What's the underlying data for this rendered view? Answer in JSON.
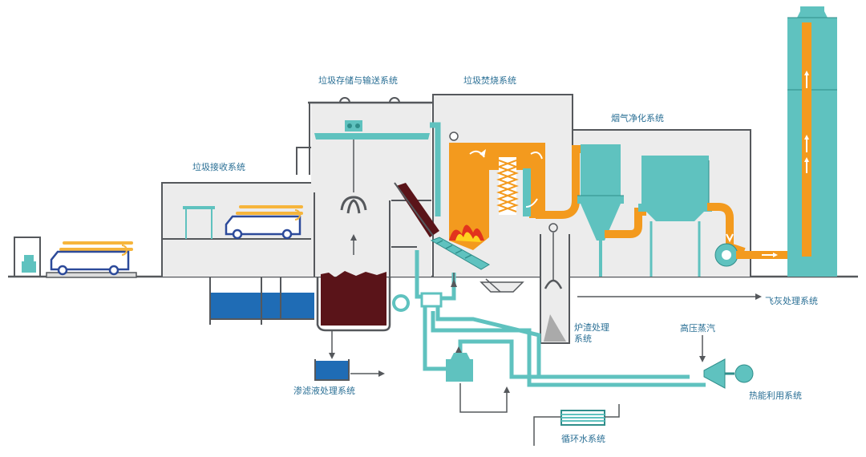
{
  "labels": {
    "storage": "垃圾存储与输送系统",
    "incineration": "垃圾焚烧系统",
    "flue_gas": "烟气净化系统",
    "reception": "垃圾接收系统",
    "fly_ash": "飞灰处理系统",
    "slag_line1": "炉渣处理",
    "slag_line2": "系统",
    "steam": "高压蒸汽",
    "leachate": "渗滤液处理系统",
    "heat_use": "热能利用系统",
    "circulating_water": "循环水系统"
  },
  "colors": {
    "outline": "#55585c",
    "fill_gray": "#ececec",
    "teal": "#5fc2bf",
    "teal_dark": "#2f8d8a",
    "orange": "#f39a1e",
    "flame_red": "#e2331d",
    "flame_yellow": "#ffd21f",
    "garbage": "#5a1419",
    "water": "#1f6cb5",
    "truck_blue": "#2c4a9a",
    "truck_rail": "#f6b53c",
    "label": "#2a6f95"
  }
}
